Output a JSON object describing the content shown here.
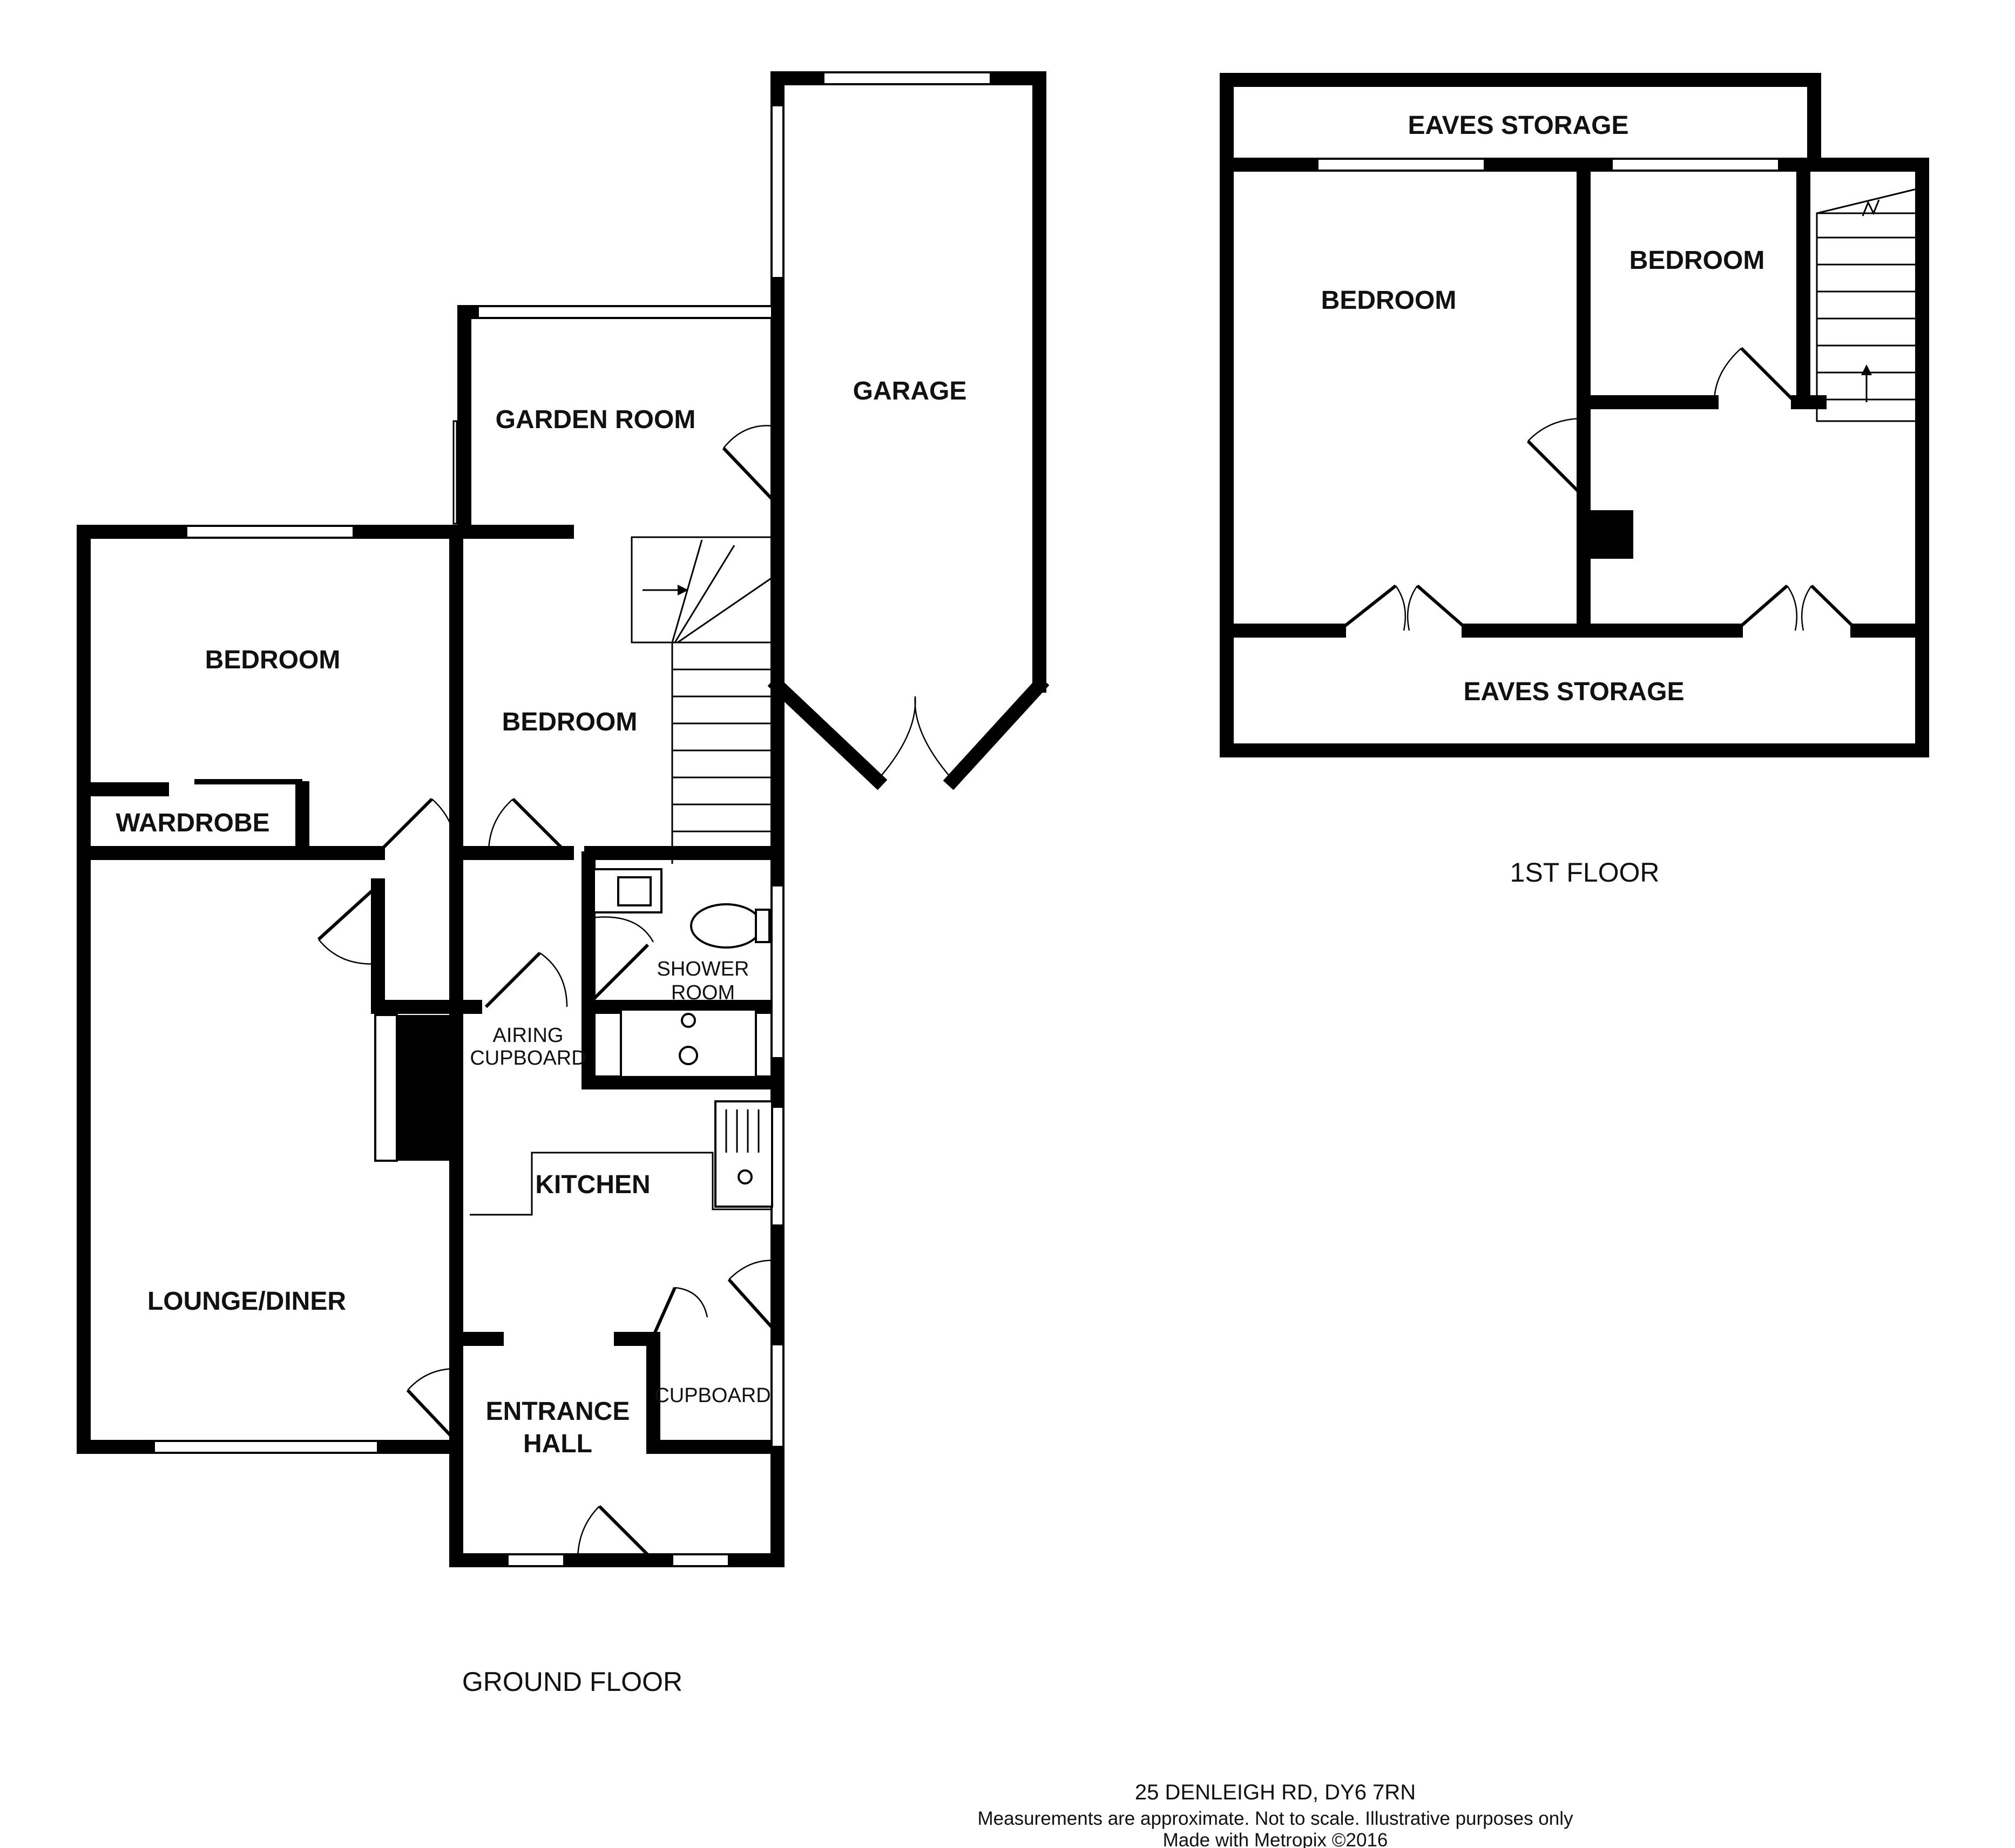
{
  "ground_floor": {
    "label": "GROUND FLOOR",
    "rooms": {
      "bedroom_left": "BEDROOM",
      "wardrobe": "WARDROBE",
      "bedroom_middle": "BEDROOM",
      "garden_room": "GARDEN ROOM",
      "garage": "GARAGE",
      "shower_room_line1": "SHOWER",
      "shower_room_line2": "ROOM",
      "airing_line1": "AIRING",
      "airing_line2": "CUPBOARD",
      "kitchen": "KITCHEN",
      "lounge_diner": "LOUNGE/DINER",
      "entrance_line1": "ENTRANCE",
      "entrance_line2": "HALL",
      "cupboard": "CUPBOARD"
    }
  },
  "first_floor": {
    "label": "1ST FLOOR",
    "rooms": {
      "eaves_top": "EAVES STORAGE",
      "bedroom_large": "BEDROOM",
      "bedroom_small": "BEDROOM",
      "eaves_bottom": "EAVES STORAGE"
    }
  },
  "footer": {
    "address": "25 DENLEIGH RD, DY6 7RN",
    "disclaimer": "Measurements are approximate.  Not to scale.  Illustrative purposes only",
    "credit": "Made with Metropix ©2016"
  }
}
